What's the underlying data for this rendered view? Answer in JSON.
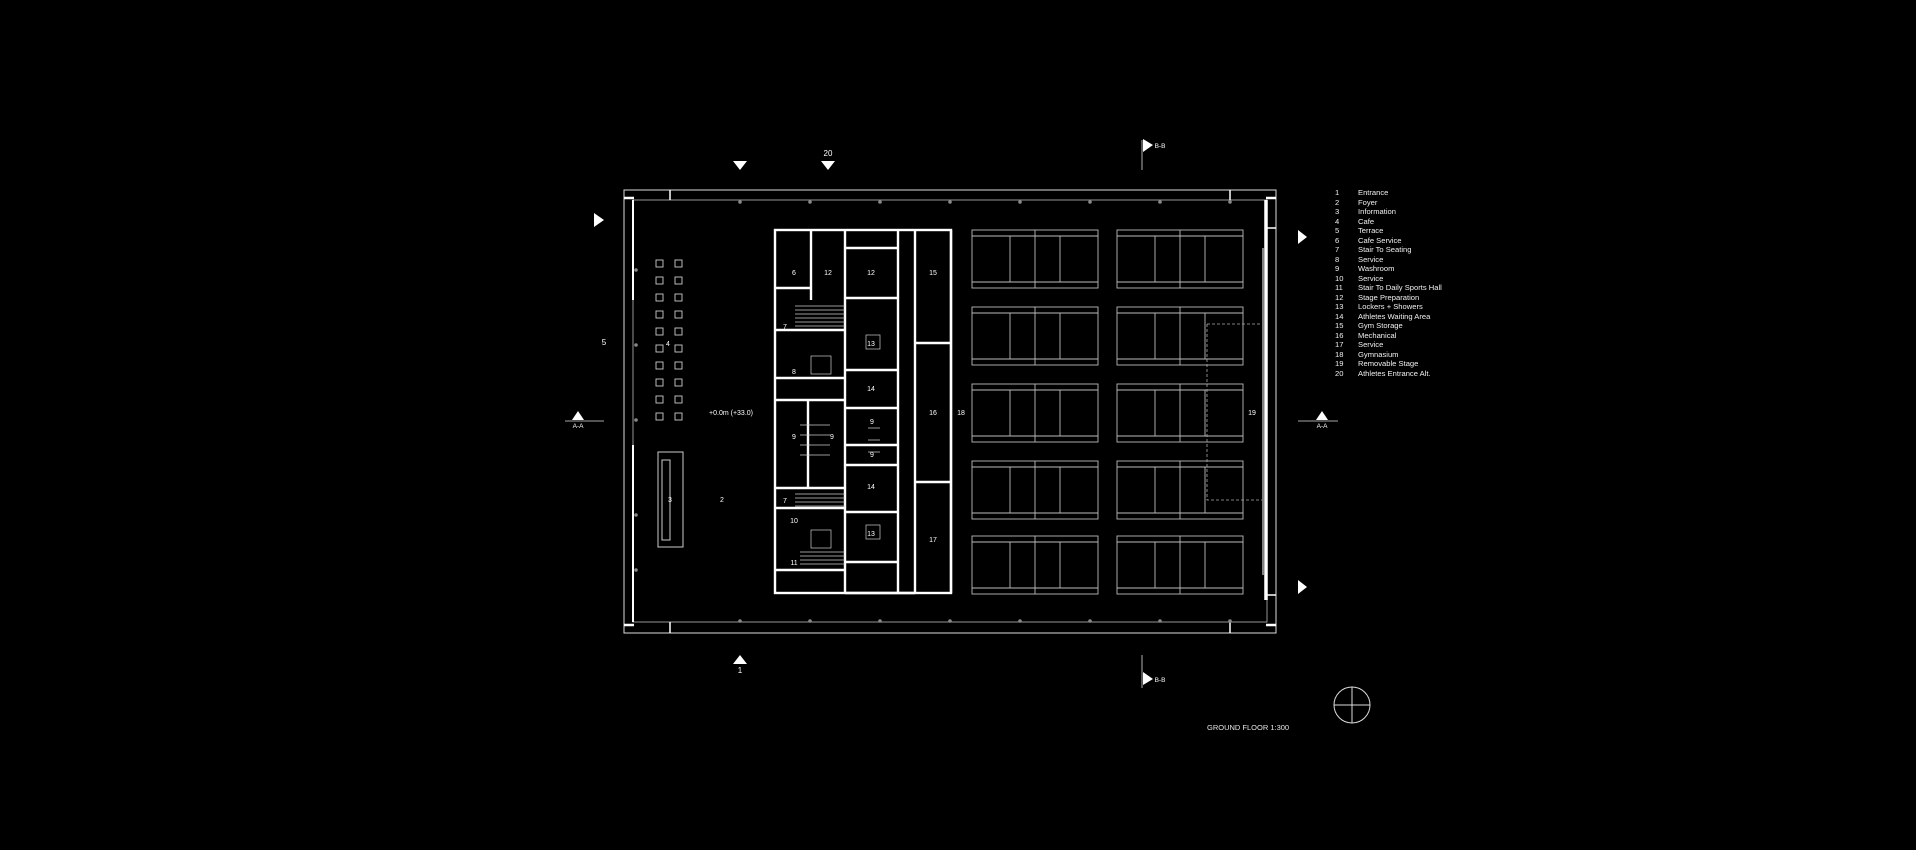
{
  "drawing": {
    "title": "GROUND FLOOR 1:300",
    "level_marker": "+0.0m (+33.0)",
    "section_marks": {
      "aa": "A-A",
      "bb": "B-B"
    },
    "entry_labels": {
      "athletes_entrance": "20",
      "main_entrance": "1",
      "terrace": "5"
    },
    "room_labels": {
      "foyer": "2",
      "information": "3",
      "cafe": "4",
      "cafe_service": "6",
      "stair_to_seating": "7",
      "service": "8",
      "washroom": "9",
      "service_b": "10",
      "stair_sports_hall": "11",
      "stage_preparation": "12",
      "lockers_showers": "13",
      "athletes_waiting": "14",
      "gym_storage": "15",
      "mechanical": "16",
      "service_c": "17",
      "gymnasium": "18",
      "removable_stage": "19"
    }
  },
  "legend": [
    {
      "num": "1",
      "label": "Entrance"
    },
    {
      "num": "2",
      "label": "Foyer"
    },
    {
      "num": "3",
      "label": "Information"
    },
    {
      "num": "4",
      "label": "Cafe"
    },
    {
      "num": "5",
      "label": "Terrace"
    },
    {
      "num": "6",
      "label": "Cafe Service"
    },
    {
      "num": "7",
      "label": "Stair To Seating"
    },
    {
      "num": "8",
      "label": "Service"
    },
    {
      "num": "9",
      "label": "Washroom"
    },
    {
      "num": "10",
      "label": "Service"
    },
    {
      "num": "11",
      "label": "Stair To Daily Sports Hall"
    },
    {
      "num": "12",
      "label": "Stage Preparation"
    },
    {
      "num": "13",
      "label": "Lockers + Showers"
    },
    {
      "num": "14",
      "label": "Athletes Waiting Area"
    },
    {
      "num": "15",
      "label": "Gym Storage"
    },
    {
      "num": "16",
      "label": "Mechanical"
    },
    {
      "num": "17",
      "label": "Service"
    },
    {
      "num": "18",
      "label": "Gymnasium"
    },
    {
      "num": "19",
      "label": "Removable Stage"
    },
    {
      "num": "20",
      "label": "Athletes Entrance Alt."
    }
  ],
  "colors": {
    "background": "#000000",
    "linework": "#ffffff"
  }
}
